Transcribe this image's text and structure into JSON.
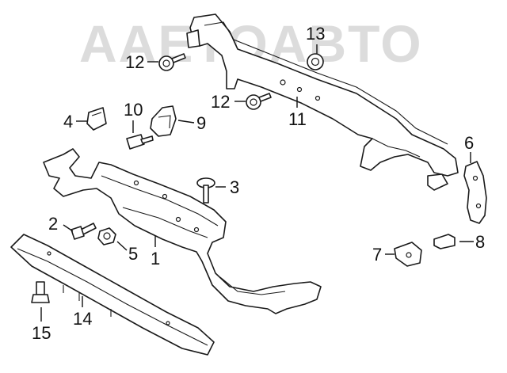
{
  "watermark": {
    "text": "AAETOABTO",
    "color": "#d8d8d8"
  },
  "callouts": [
    {
      "id": "c1",
      "label": "1"
    },
    {
      "id": "c2",
      "label": "2"
    },
    {
      "id": "c3",
      "label": "3"
    },
    {
      "id": "c4",
      "label": "4"
    },
    {
      "id": "c5",
      "label": "5"
    },
    {
      "id": "c6",
      "label": "6"
    },
    {
      "id": "c7",
      "label": "7"
    },
    {
      "id": "c8",
      "label": "8"
    },
    {
      "id": "c9",
      "label": "9"
    },
    {
      "id": "c10",
      "label": "10"
    },
    {
      "id": "c11",
      "label": "11"
    },
    {
      "id": "c12a",
      "label": "12"
    },
    {
      "id": "c12b",
      "label": "12"
    },
    {
      "id": "c13",
      "label": "13"
    },
    {
      "id": "c14",
      "label": "14"
    },
    {
      "id": "c15",
      "label": "15"
    }
  ],
  "colors": {
    "line": "#1a1a1a",
    "fill": "#ffffff",
    "watermark": "#dcdcdc"
  }
}
